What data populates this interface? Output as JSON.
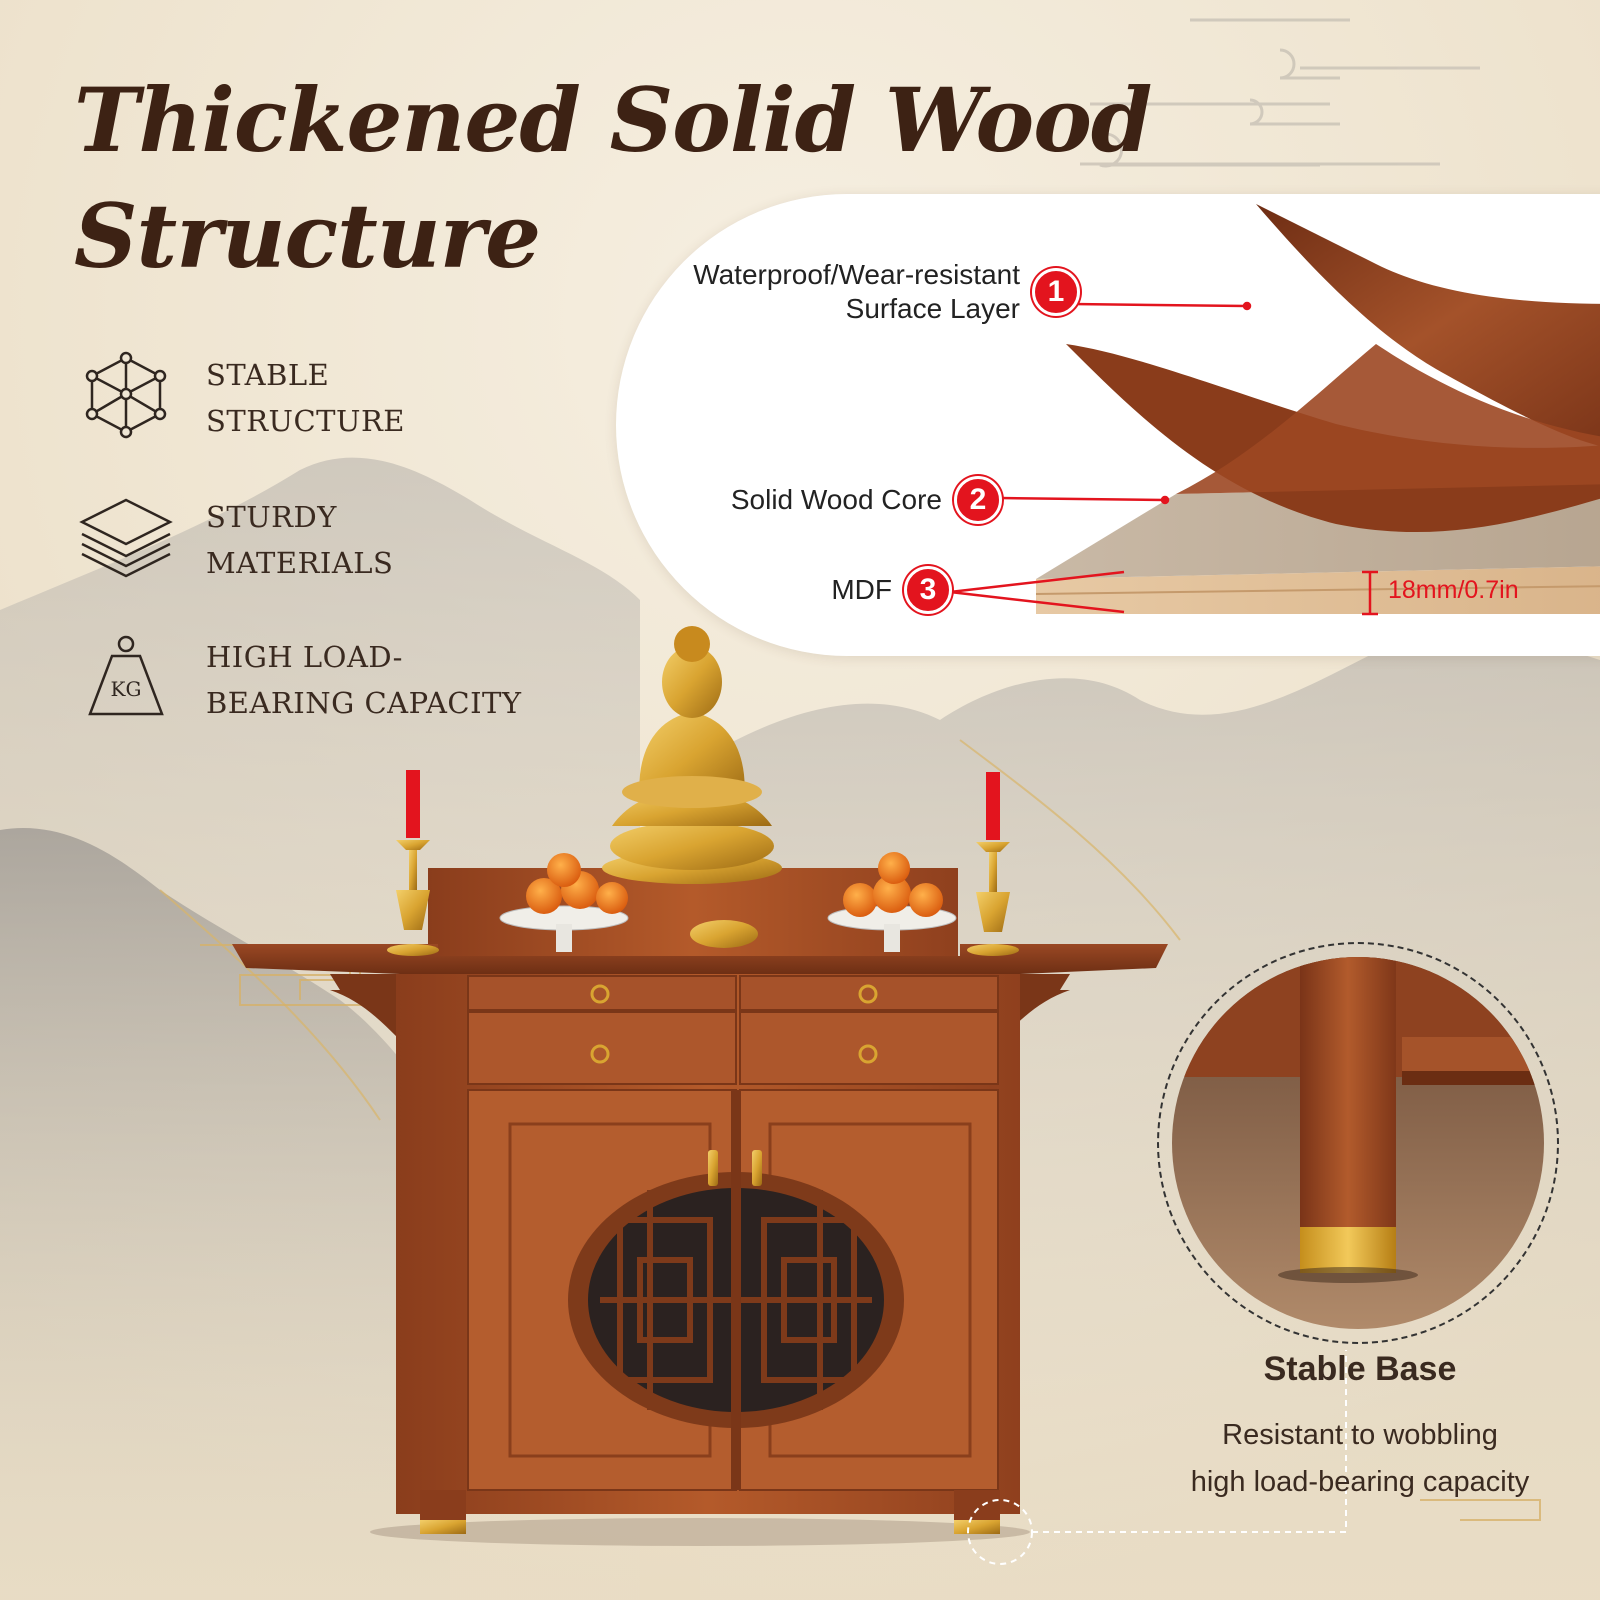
{
  "title": {
    "line1": "Thickened Solid Wood",
    "line2": "Structure"
  },
  "features": [
    {
      "icon": "cube-structure-icon",
      "line1": "STABLE",
      "line2": "STRUCTURE"
    },
    {
      "icon": "stacked-layers-icon",
      "line1": "STURDY",
      "line2": "MATERIALS"
    },
    {
      "icon": "kg-weight-icon",
      "line1": "HIGH LOAD-",
      "line2": "BEARING CAPACITY",
      "icon_text": "KG"
    }
  ],
  "layers": [
    {
      "number": "1",
      "line1": "Waterproof/Wear-resistant",
      "line2": "Surface Layer"
    },
    {
      "number": "2",
      "line1": "Solid Wood Core"
    },
    {
      "number": "3",
      "line1": "MDF"
    }
  ],
  "thickness": "18mm/0.7in",
  "stable_base": {
    "title": "Stable Base",
    "line1": "Resistant to wobbling",
    "line2": "high load-bearing capacity"
  },
  "colors": {
    "accent_red": "#e3141e",
    "title_brown": "#3d2214",
    "wood": "#9a4a22",
    "brass": "#d9a431",
    "background": "#efe6d4"
  }
}
